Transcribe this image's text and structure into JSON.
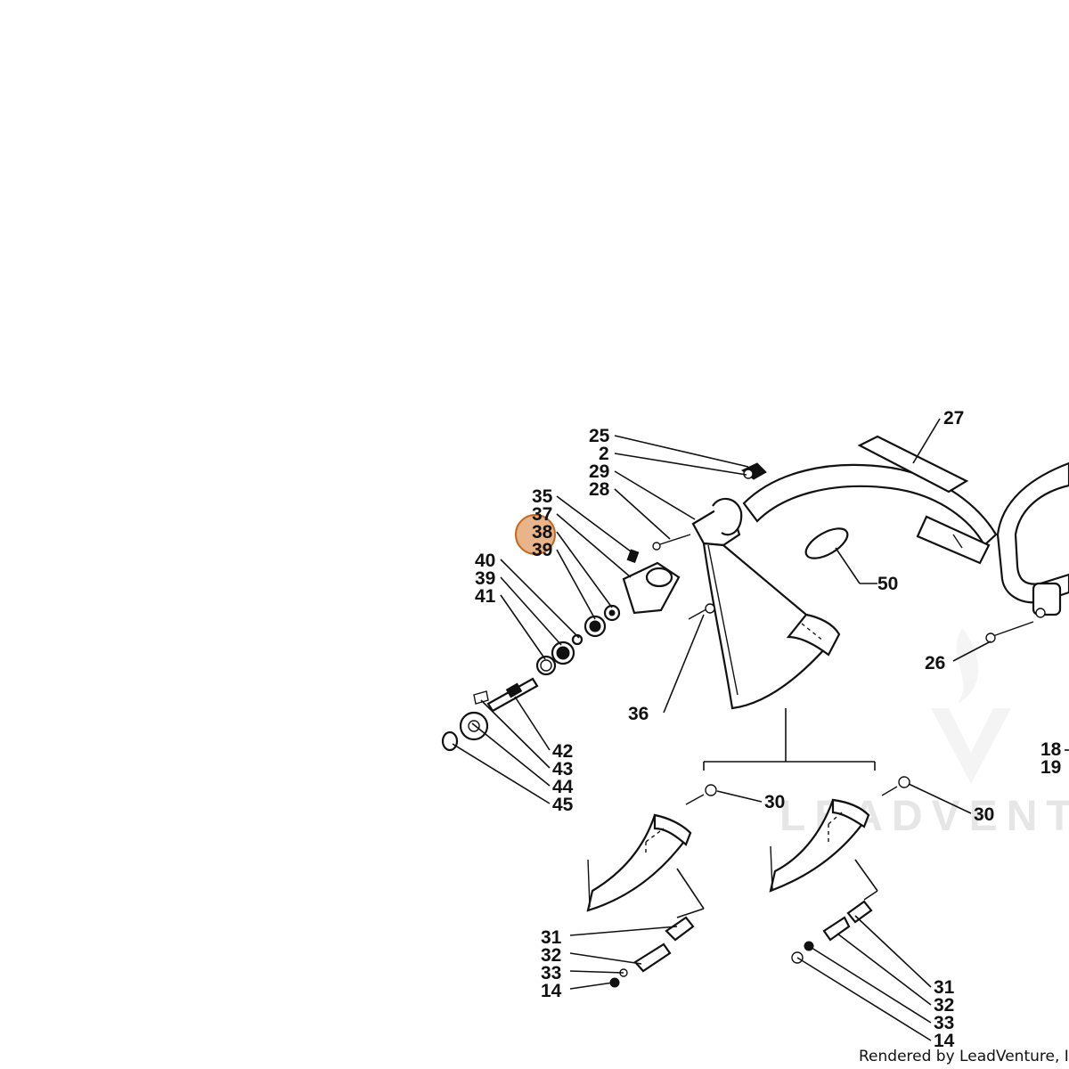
{
  "callouts": {
    "c25": "25",
    "c2": "2",
    "c29": "29",
    "c28": "28",
    "c27": "27",
    "c35": "35",
    "c37": "37",
    "c38": "38",
    "c39a": "39",
    "c40": "40",
    "c39b": "39",
    "c41": "41",
    "c42": "42",
    "c43": "43",
    "c44": "44",
    "c45": "45",
    "c36": "36",
    "c50": "50",
    "c26": "26",
    "c18": "18",
    "c19": "19",
    "c30a": "30",
    "c30b": "30",
    "c31a": "31",
    "c32a": "32",
    "c33a": "33",
    "c14a": "14",
    "c31b": "31",
    "c32b": "32",
    "c33b": "33",
    "c14b": "14"
  },
  "watermark": {
    "text": "LEADVENTURE"
  },
  "footer": {
    "text": "Rendered by LeadVenture, In"
  },
  "colors": {
    "highlight": "#d9823b",
    "ink": "#111111"
  },
  "highlighted_part": "38"
}
